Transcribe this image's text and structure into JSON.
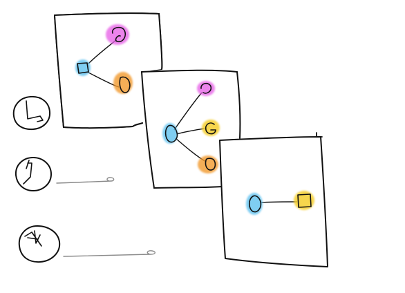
{
  "diagram": {
    "style": "hand-drawn sketch",
    "colors": {
      "ink": "#111111",
      "connector": "#8a8a8a",
      "pink": "#e65be6",
      "orange": "#f29a2e",
      "yellow": "#f5cf2e",
      "blue": "#61c2f0"
    },
    "timeline": {
      "clocks": [
        {
          "id": "clock-1",
          "icon": "clock-icon"
        },
        {
          "id": "clock-2",
          "icon": "clock-icon"
        },
        {
          "id": "clock-3",
          "icon": "clock-icon"
        }
      ]
    },
    "panels": [
      {
        "id": "panel-1",
        "nodes": [
          {
            "id": "p1-hub",
            "color": "blue"
          },
          {
            "id": "p1-pink",
            "color": "pink"
          },
          {
            "id": "p1-orange",
            "color": "orange"
          }
        ],
        "edges": [
          [
            "p1-hub",
            "p1-pink"
          ],
          [
            "p1-hub",
            "p1-orange"
          ]
        ]
      },
      {
        "id": "panel-2",
        "nodes": [
          {
            "id": "p2-hub",
            "color": "blue"
          },
          {
            "id": "p2-pink",
            "color": "pink"
          },
          {
            "id": "p2-yellow",
            "color": "yellow"
          },
          {
            "id": "p2-orange",
            "color": "orange"
          }
        ],
        "edges": [
          [
            "p2-hub",
            "p2-pink"
          ],
          [
            "p2-hub",
            "p2-yellow"
          ],
          [
            "p2-hub",
            "p2-orange"
          ]
        ]
      },
      {
        "id": "panel-3",
        "nodes": [
          {
            "id": "p3-blue",
            "color": "blue"
          },
          {
            "id": "p3-yellow",
            "color": "yellow"
          }
        ],
        "edges": [
          [
            "p3-blue",
            "p3-yellow"
          ]
        ]
      }
    ]
  }
}
